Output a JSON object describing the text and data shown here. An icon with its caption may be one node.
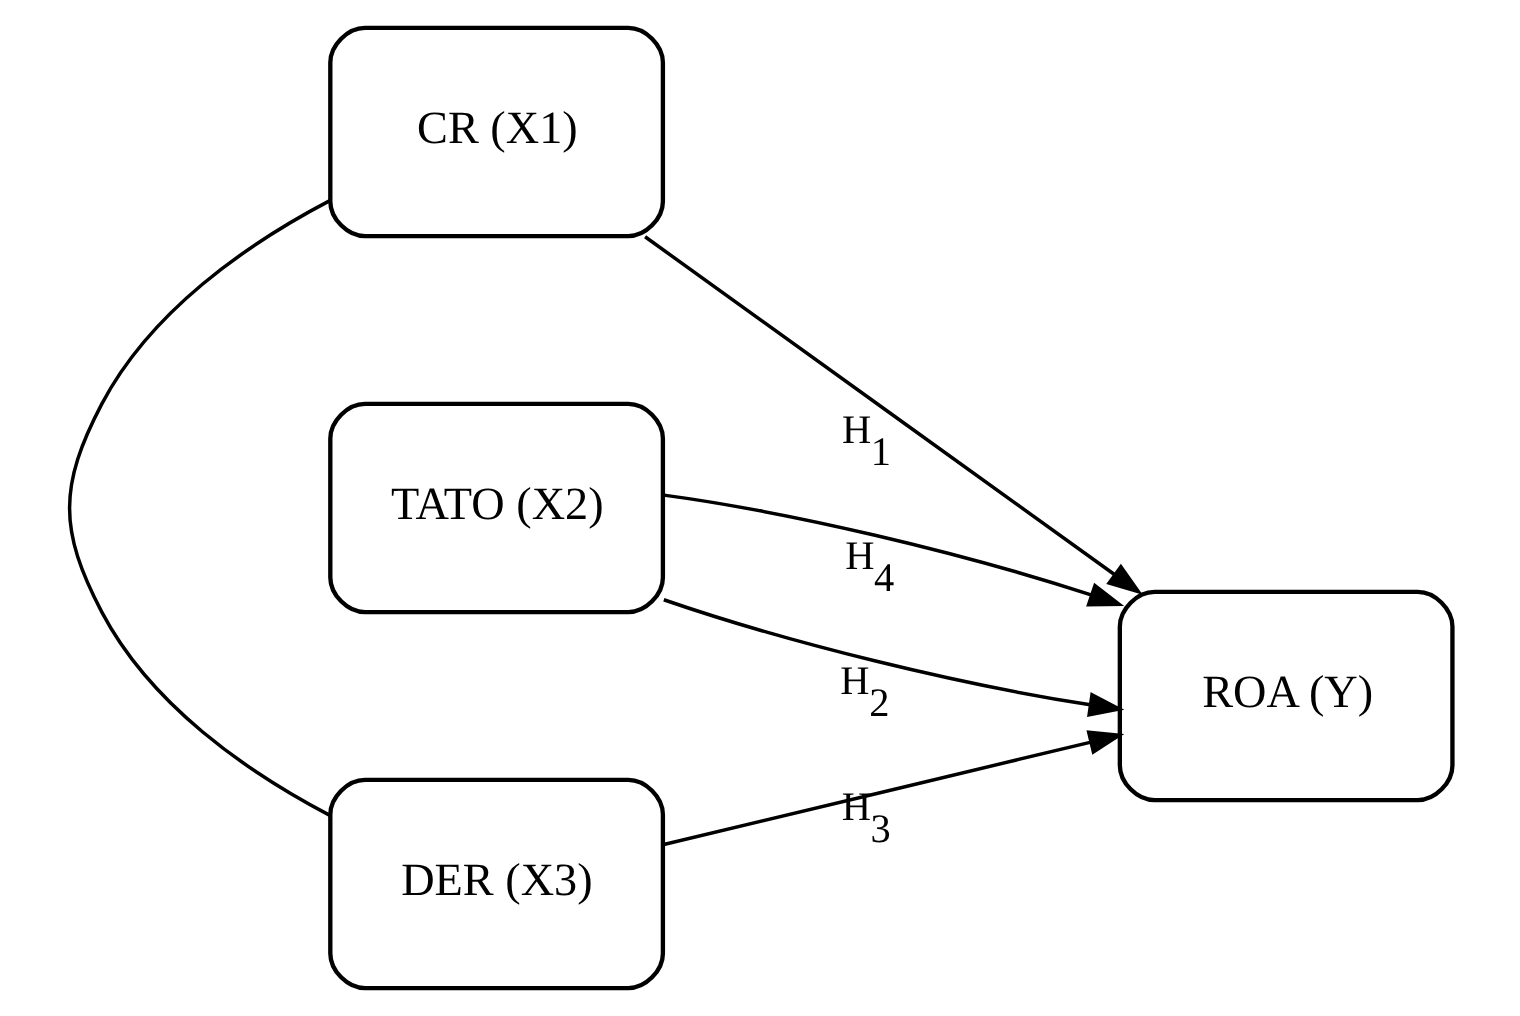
{
  "diagram": {
    "nodes": [
      {
        "text": [
          "CR (X1)"
        ]
      },
      {
        "text": [
          "TATO (X2)"
        ]
      },
      {
        "text": [
          "DER (X3)"
        ]
      },
      {
        "text": [
          "ROA (Y)"
        ]
      }
    ],
    "edges": [
      {
        "from": 0,
        "to": 2,
        "arrow": "none"
      },
      {
        "from": 0,
        "to": 3,
        "arrow": "to",
        "label": "H$_{1}$"
      },
      {
        "from": 1,
        "to": 3,
        "arrow": "to",
        "label": "H$_{2}$"
      },
      {
        "from": 2,
        "to": 3,
        "arrow": "to",
        "label": "H$_{3}$"
      },
      {
        "from": 1,
        "to": 3,
        "arrow": "to",
        "label": "H$_{4}$"
      }
    ]
  }
}
